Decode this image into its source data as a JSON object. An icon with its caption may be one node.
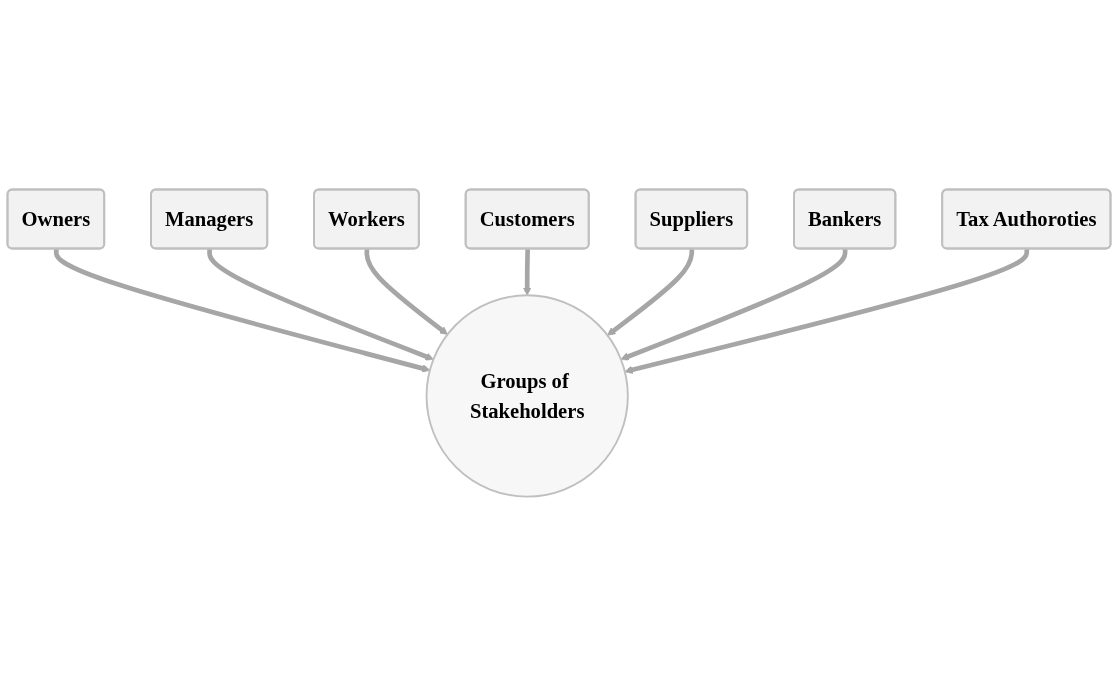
{
  "diagram": {
    "nodes": [
      {
        "text": [
          "Owners"
        ]
      },
      {
        "text": [
          "Managers"
        ]
      },
      {
        "text": [
          "Workers"
        ]
      },
      {
        "text": [
          "Customers"
        ]
      },
      {
        "text": [
          "Suppliers"
        ]
      },
      {
        "text": [
          "Bankers"
        ]
      },
      {
        "text": [
          "Tax Authoroties"
        ]
      },
      {
        "text": [
          "Groups of Stakeholders"
        ]
      }
    ],
    "edges": [
      {
        "from": 0,
        "to": 7,
        "arrow": "to"
      },
      {
        "from": 1,
        "to": 7,
        "arrow": "to"
      },
      {
        "from": 2,
        "to": 7,
        "arrow": "to"
      },
      {
        "from": 3,
        "to": 7,
        "arrow": "to"
      },
      {
        "from": 4,
        "to": 7,
        "arrow": "to"
      },
      {
        "from": 5,
        "to": 7,
        "arrow": "to"
      },
      {
        "from": 6,
        "to": 7,
        "arrow": "to"
      }
    ]
  }
}
